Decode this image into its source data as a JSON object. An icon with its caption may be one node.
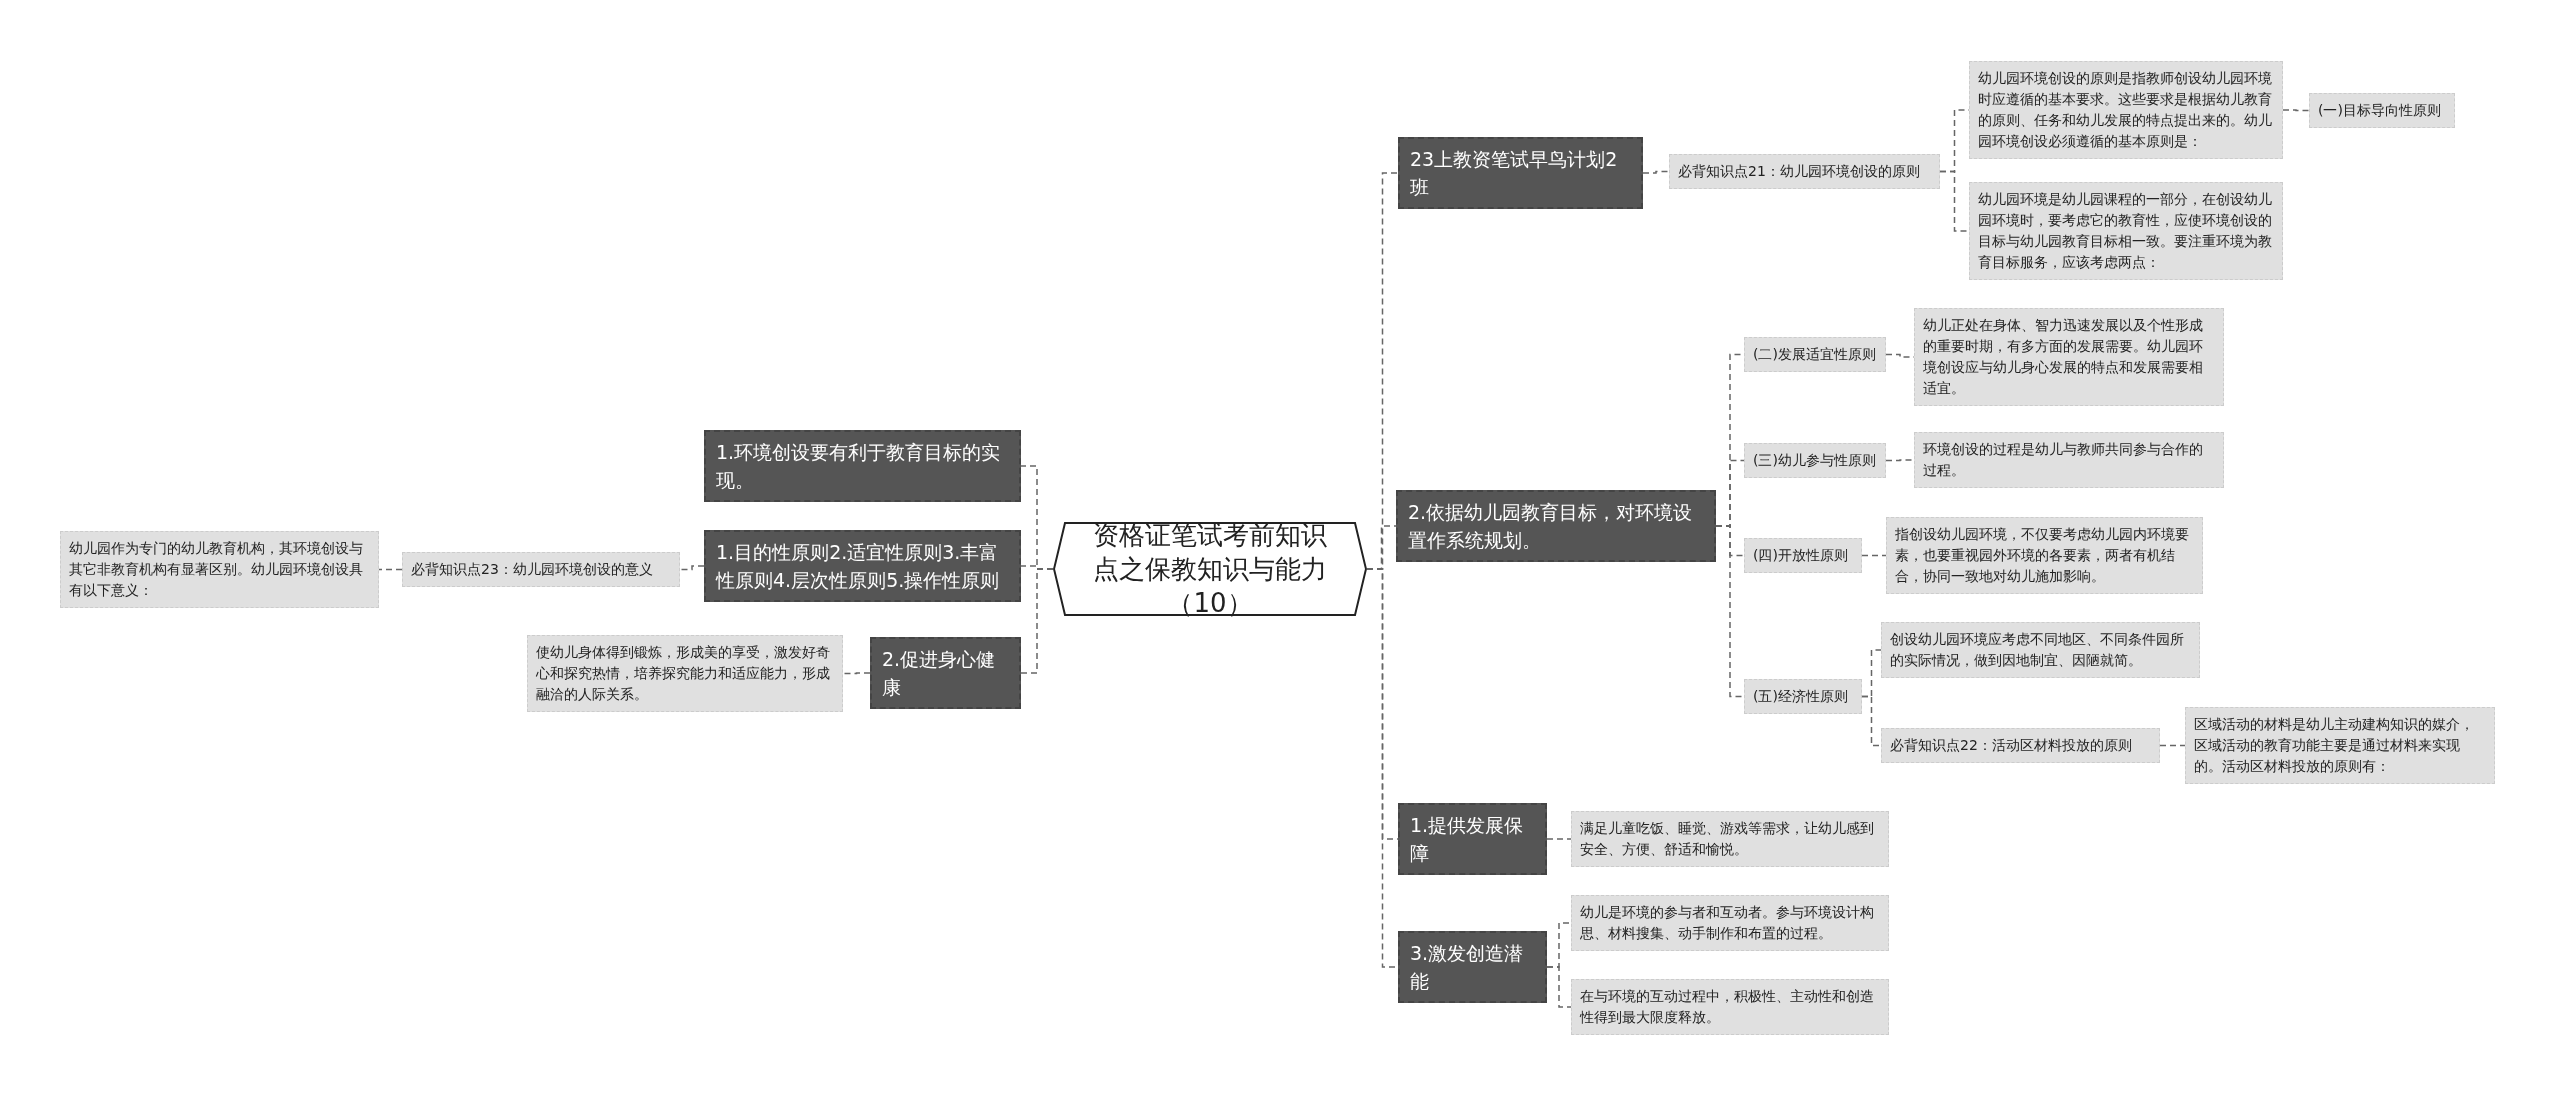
{
  "diagram": {
    "nodes": [
      {
        "text": [
          "资格证笔试考前知识点之保教知识与能力（10）"
        ]
      },
      {
        "text": [
          "1.环境创设要有利于教育目标的实现。"
        ]
      },
      {
        "text": [
          "1.目的性原则2.适宜性原则3.丰富性原则4.层次性原则5.操作性原则"
        ]
      },
      {
        "text": [
          "必背知识点23：幼儿园环境创设的意义"
        ]
      },
      {
        "text": [
          "幼儿园作为专门的幼儿教育机构，其环境创设与其它非教育机构有显著区别。幼儿园环境创设具有以下意义："
        ]
      },
      {
        "text": [
          "2.促进身心健康"
        ]
      },
      {
        "text": [
          "使幼儿身体得到锻炼，形成美的享受，激发好奇心和探究热情，培养探究能力和适应能力，形成融洽的人际关系。"
        ]
      },
      {
        "text": [
          "23上教资笔试早鸟计划2班"
        ]
      },
      {
        "text": [
          "必背知识点21：幼儿园环境创设的原则"
        ]
      },
      {
        "text": [
          "幼儿园环境创设的原则是指教师创设幼儿园环境时应遵循的基本要求。这些要求是根据幼儿教育的原则、任务和幼儿发展的特点提出来的。幼儿园环境创设必须遵循的基本原则是："
        ]
      },
      {
        "text": [
          "(一)目标导向性原则"
        ]
      },
      {
        "text": [
          "幼儿园环境是幼儿园课程的一部分，在创设幼儿园环境时，要考虑它的教育性，应使环境创设的目标与幼儿园教育目标相一致。要注重环境为教育目标服务，应该考虑两点："
        ]
      },
      {
        "text": [
          "2.依据幼儿园教育目标，对环境设置作系统规划。"
        ]
      },
      {
        "text": [
          "(二)发展适宜性原则"
        ]
      },
      {
        "text": [
          "幼儿正处在身体、智力迅速发展以及个性形成的重要时期，有多方面的发展需要。幼儿园环境创设应与幼儿身心发展的特点和发展需要相适宜。"
        ]
      },
      {
        "text": [
          "(三)幼儿参与性原则"
        ]
      },
      {
        "text": [
          "环境创设的过程是幼儿与教师共同参与合作的过程。"
        ]
      },
      {
        "text": [
          "(四)开放性原则"
        ]
      },
      {
        "text": [
          "指创设幼儿园环境，不仅要考虑幼儿园内环境要素，也要重视园外环境的各要素，两者有机结合，协同一致地对幼儿施加影响。"
        ]
      },
      {
        "text": [
          "(五)经济性原则"
        ]
      },
      {
        "text": [
          "创设幼儿园环境应考虑不同地区、不同条件园所的实际情况，做到因地制宜、因陋就简。"
        ]
      },
      {
        "text": [
          "必背知识点22：活动区材料投放的原则"
        ]
      },
      {
        "text": [
          "区域活动的材料是幼儿主动建构知识的媒介，区域活动的教育功能主要是通过材料来实现的。活动区材料投放的原则有："
        ]
      },
      {
        "text": [
          "1.提供发展保障"
        ]
      },
      {
        "text": [
          "满足儿童吃饭、睡觉、游戏等需求，让幼儿感到安全、方便、舒适和愉悦。"
        ]
      },
      {
        "text": [
          "3.激发创造潜能"
        ]
      },
      {
        "text": [
          "幼儿是环境的参与者和互动者。参与环境设计构思、材料搜集、动手制作和布置的过程。"
        ]
      },
      {
        "text": [
          "在与环境的互动过程中，积极性、主动性和创造性得到最大限度释放。"
        ]
      }
    ],
    "edges": [
      {
        "from": 0,
        "to": 1,
        "arrow": "none"
      },
      {
        "from": 0,
        "to": 2,
        "arrow": "none"
      },
      {
        "from": 0,
        "to": 5,
        "arrow": "none"
      },
      {
        "from": 2,
        "to": 3,
        "arrow": "none"
      },
      {
        "from": 3,
        "to": 4,
        "arrow": "none"
      },
      {
        "from": 5,
        "to": 6,
        "arrow": "none"
      },
      {
        "from": 0,
        "to": 7,
        "arrow": "none"
      },
      {
        "from": 0,
        "to": 12,
        "arrow": "none"
      },
      {
        "from": 0,
        "to": 23,
        "arrow": "none"
      },
      {
        "from": 0,
        "to": 25,
        "arrow": "none"
      },
      {
        "from": 7,
        "to": 8,
        "arrow": "none"
      },
      {
        "from": 8,
        "to": 9,
        "arrow": "none"
      },
      {
        "from": 9,
        "to": 10,
        "arrow": "none"
      },
      {
        "from": 8,
        "to": 11,
        "arrow": "none"
      },
      {
        "from": 12,
        "to": 13,
        "arrow": "none"
      },
      {
        "from": 12,
        "to": 15,
        "arrow": "none"
      },
      {
        "from": 12,
        "to": 17,
        "arrow": "none"
      },
      {
        "from": 12,
        "to": 19,
        "arrow": "none"
      },
      {
        "from": 13,
        "to": 14,
        "arrow": "none"
      },
      {
        "from": 15,
        "to": 16,
        "arrow": "none"
      },
      {
        "from": 17,
        "to": 18,
        "arrow": "none"
      },
      {
        "from": 19,
        "to": 20,
        "arrow": "none"
      },
      {
        "from": 19,
        "to": 21,
        "arrow": "none"
      },
      {
        "from": 21,
        "to": 22,
        "arrow": "none"
      },
      {
        "from": 23,
        "to": 24,
        "arrow": "none"
      },
      {
        "from": 25,
        "to": 26,
        "arrow": "none"
      },
      {
        "from": 25,
        "to": 27,
        "arrow": "none"
      }
    ]
  }
}
